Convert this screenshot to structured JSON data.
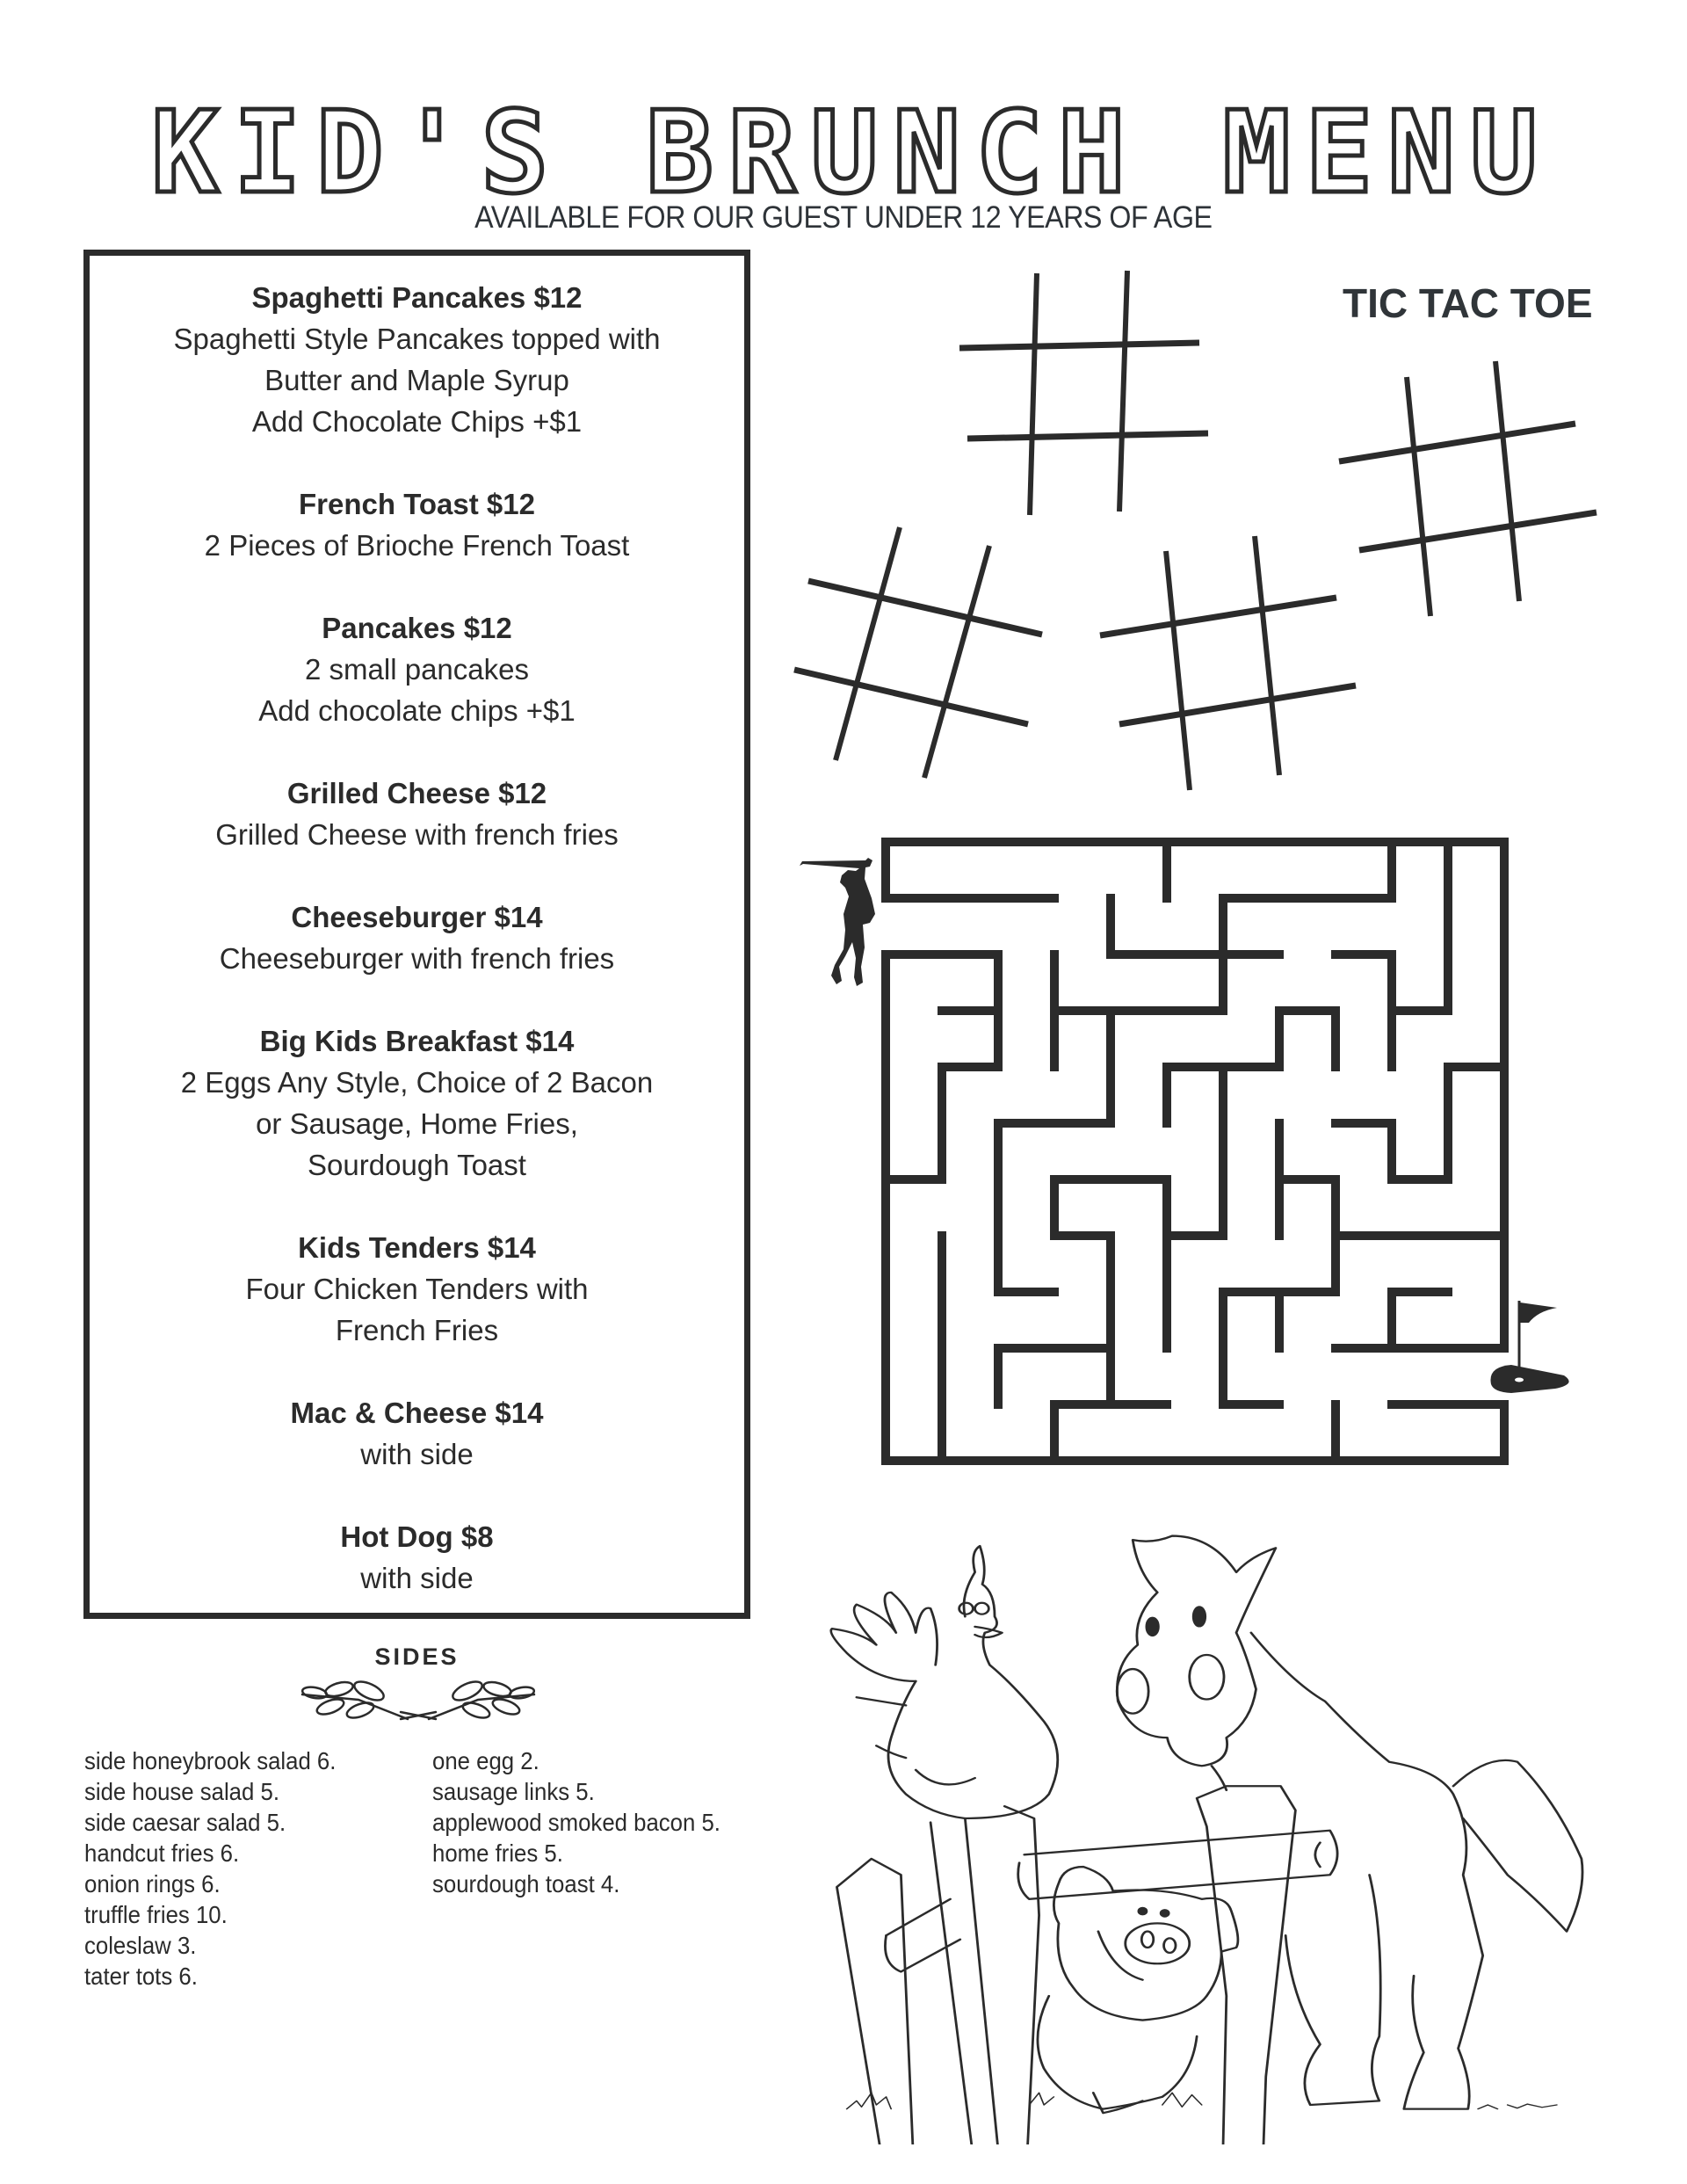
{
  "header": {
    "title": "KID'S BRUNCH MENU",
    "subtitle": "AVAILABLE FOR OUR GUEST UNDER 12 YEARS OF AGE"
  },
  "menu": {
    "items": [
      {
        "name": "Spaghetti Pancakes $12",
        "desc": [
          "Spaghetti Style Pancakes topped with",
          "Butter and Maple Syrup",
          "Add Chocolate Chips +$1"
        ]
      },
      {
        "name": "French Toast $12",
        "desc": [
          "2 Pieces of Brioche French Toast"
        ]
      },
      {
        "name": "Pancakes $12",
        "desc": [
          "2 small pancakes",
          "Add chocolate chips +$1"
        ]
      },
      {
        "name": "Grilled Cheese $12",
        "desc": [
          "Grilled Cheese with french fries"
        ]
      },
      {
        "name": "Cheeseburger $14",
        "desc": [
          "Cheeseburger with french fries"
        ]
      },
      {
        "name": "Big Kids Breakfast $14",
        "desc": [
          "2 Eggs Any Style, Choice of 2 Bacon",
          "or Sausage, Home Fries,",
          "Sourdough Toast"
        ]
      },
      {
        "name": "Kids Tenders $14",
        "desc": [
          "Four Chicken Tenders with",
          "French Fries"
        ]
      },
      {
        "name": "Mac & Cheese $14",
        "desc": [
          "with side"
        ]
      },
      {
        "name": "Hot Dog $8",
        "desc": [
          "with side"
        ]
      }
    ]
  },
  "sides": {
    "heading": "SIDES",
    "decoration_icon": "laurel-icon",
    "left": [
      "side honeybrook salad 6.",
      "side house salad 5.",
      "side caesar salad 5.",
      "handcut fries 6.",
      "onion rings 6.",
      "truffle fries 10.",
      "coleslaw 3.",
      "tater tots 6."
    ],
    "right": [
      "one egg 2.",
      "sausage links 5.",
      "applewood smoked bacon 5.",
      "home fries 5.",
      "sourdough toast 4."
    ]
  },
  "activities": {
    "tic_tac_toe": {
      "title": "TIC TAC TOE",
      "grid_count": 4
    },
    "maze": {
      "start_icon": "golfer-icon",
      "end_icon": "golf-flag-icon",
      "size": "11x11"
    },
    "coloring": {
      "subject": "chicken, horse and pig at a fence"
    }
  },
  "colors": {
    "ink": "#2b2b2b",
    "heading": "#303539",
    "background": "#ffffff"
  }
}
